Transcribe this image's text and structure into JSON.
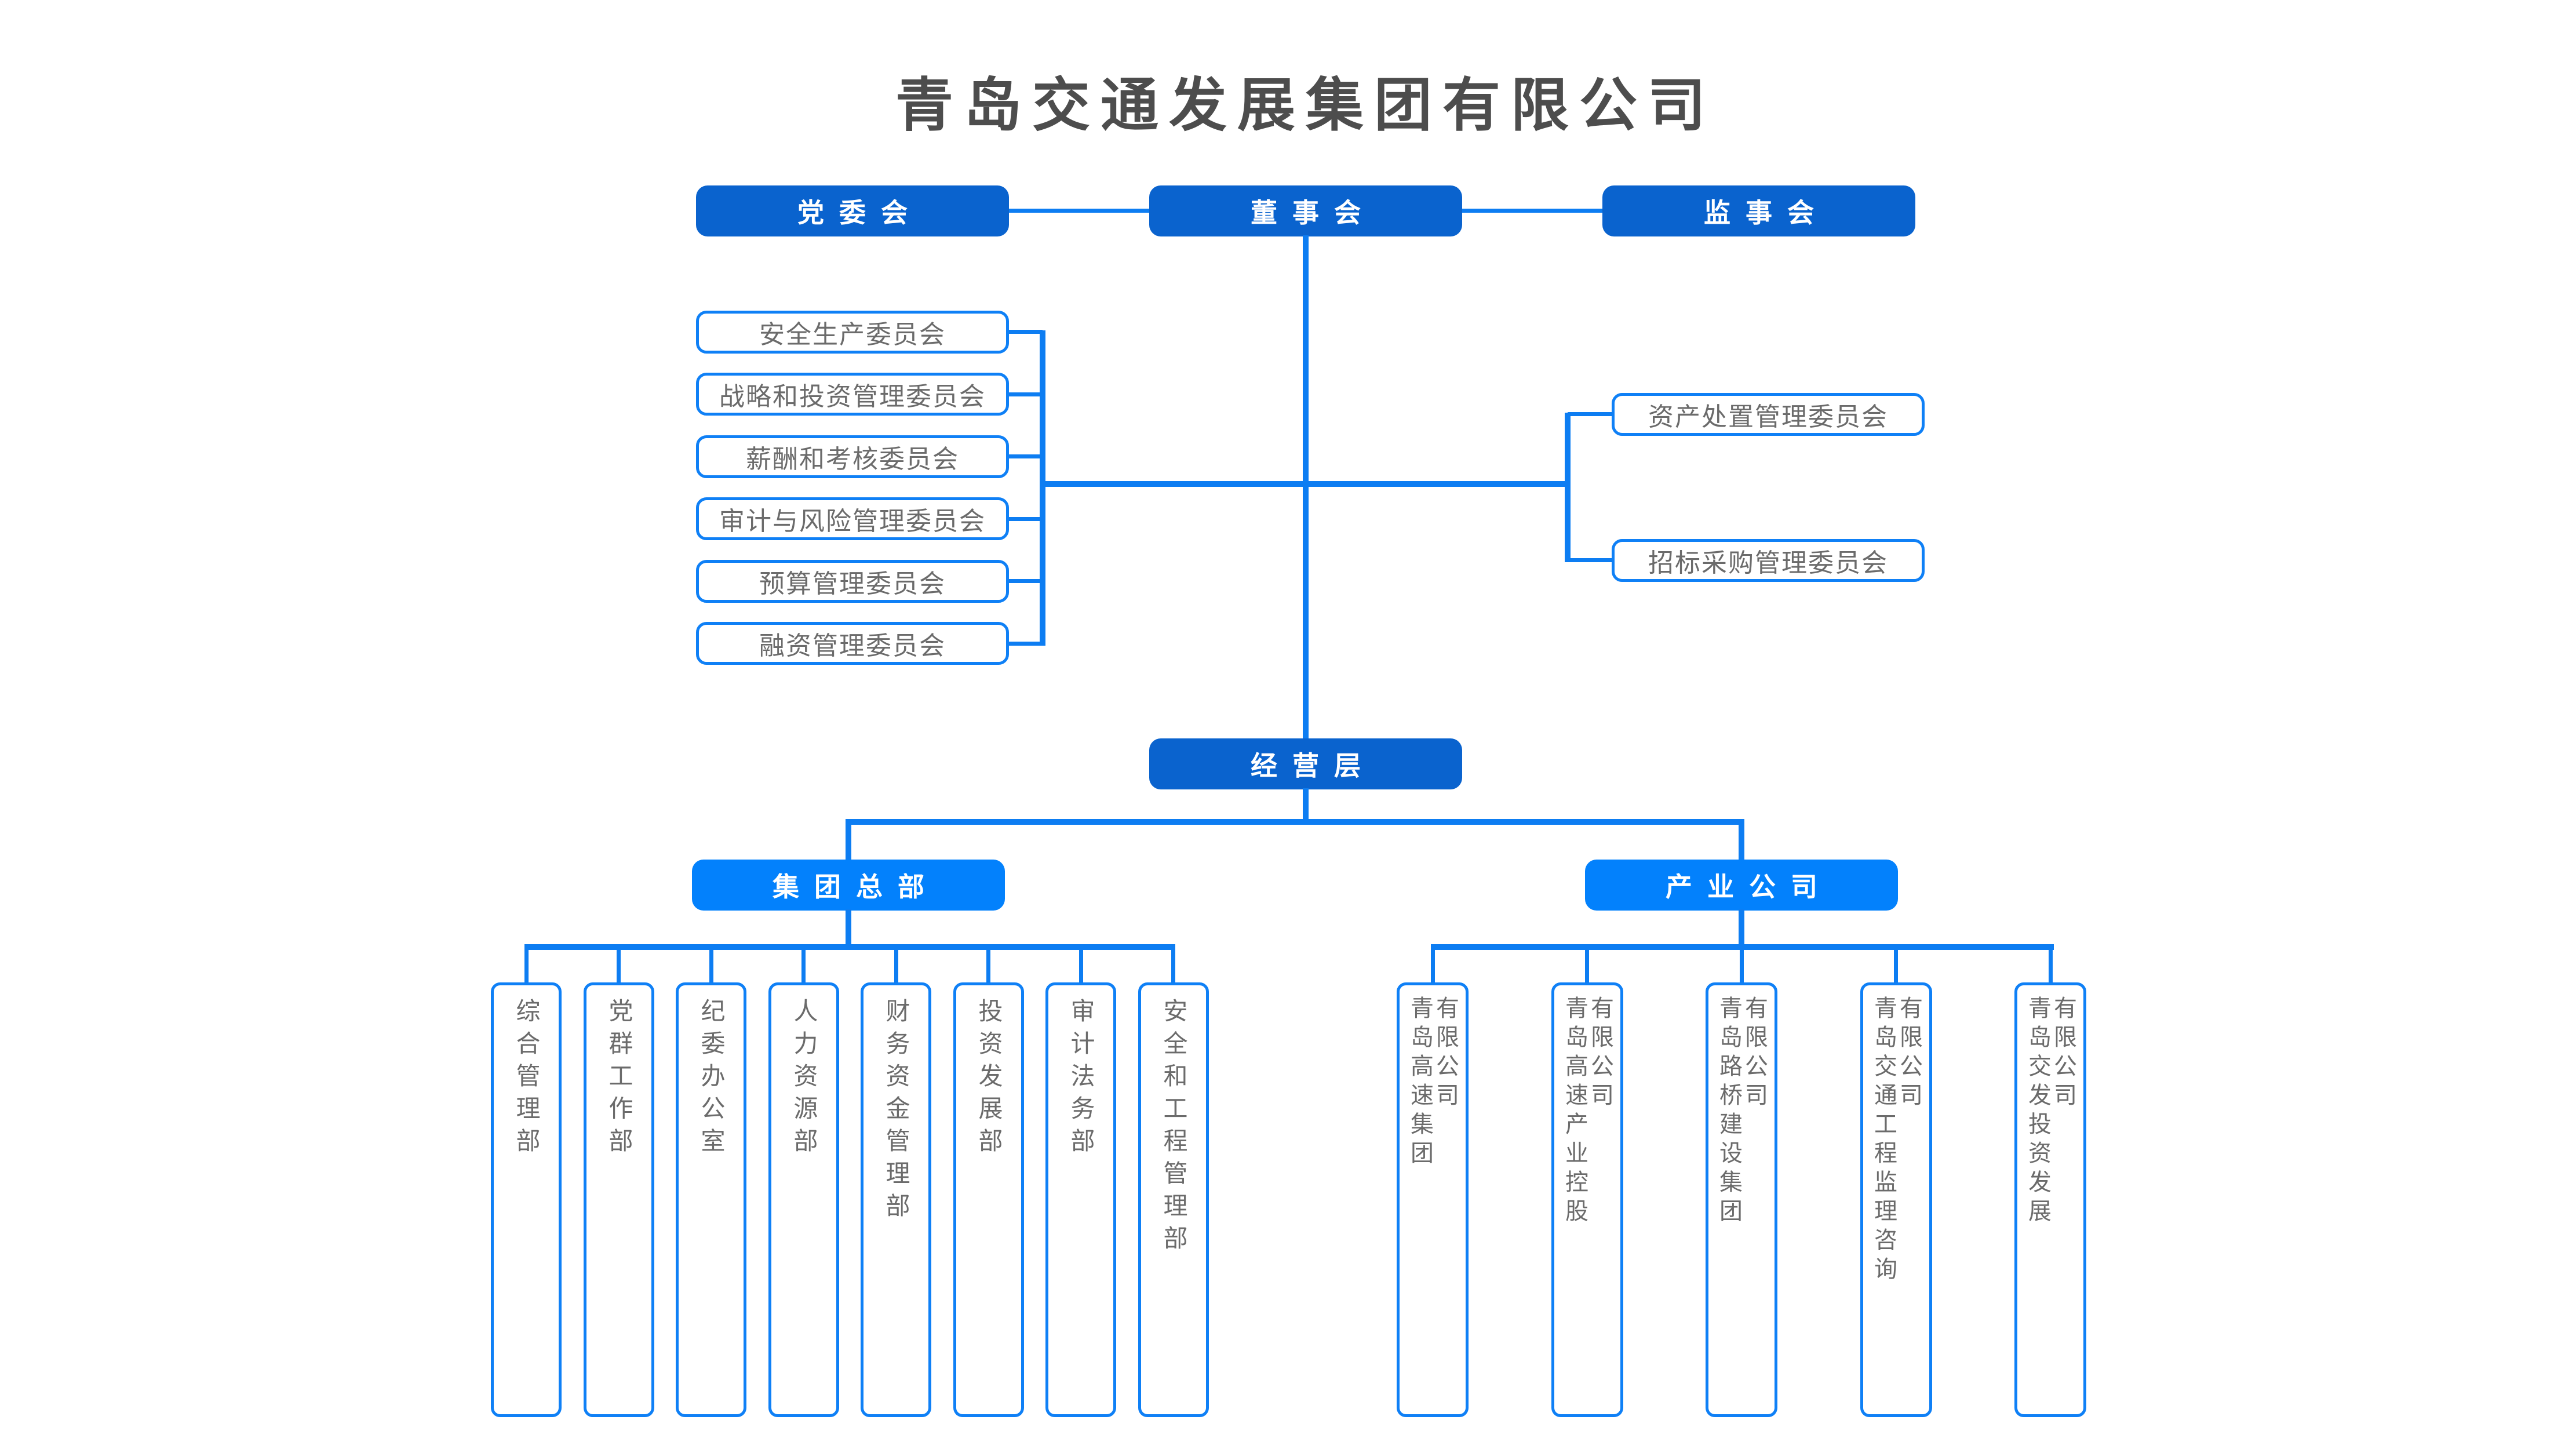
{
  "title": "青岛交通发展集团有限公司",
  "colors": {
    "dark_blue": "#0A63CE",
    "bright_blue": "#0381FC",
    "line_blue": "#0D7DF2",
    "border_blue": "#0F80F6",
    "box_text_gray": "#6B6B6B",
    "title_gray": "#4D4D4D"
  },
  "governance": {
    "party_committee": "党委会",
    "board": "董事会",
    "supervisory_board": "监事会"
  },
  "board_committees_left": [
    "安全生产委员会",
    "战略和投资管理委员会",
    "薪酬和考核委员会",
    "审计与风险管理委员会",
    "预算管理委员会",
    "融资管理委员会"
  ],
  "board_committees_right": [
    "资产处置管理委员会",
    "招标采购管理委员会"
  ],
  "management_layer": "经营层",
  "group_hq": {
    "label": "集团总部",
    "departments": [
      "综合管理部",
      "党群工作部",
      "纪委办公室",
      "人力资源部",
      "财务资金管理部",
      "投资发展部",
      "审计法务部",
      "安全和工程管理部"
    ]
  },
  "industrial_companies": {
    "label": "产业公司",
    "companies": [
      {
        "main": "青岛高速集团",
        "suffix": "有限公司"
      },
      {
        "main": "青岛高速产业控股",
        "suffix": "有限公司"
      },
      {
        "main": "青岛路桥建设集团",
        "suffix": "有限公司"
      },
      {
        "main": "青岛交通工程监理咨询",
        "suffix": "有限公司"
      },
      {
        "main": "青岛交发投资发展",
        "suffix": "有限公司"
      }
    ]
  }
}
